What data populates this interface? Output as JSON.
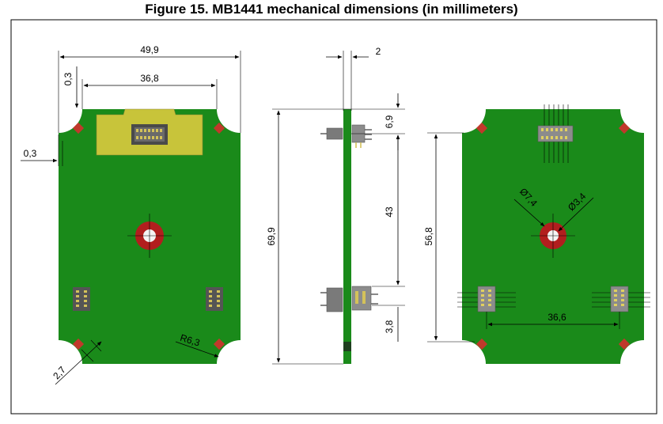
{
  "figure": {
    "title": "Figure 15. MB1441 mechanical dimensions (in millimeters)"
  },
  "colors": {
    "pcb_green": "#1a8a1a",
    "connector_yellow": "#c8c43a",
    "hole_red": "#b21e1e",
    "pad_red": "#c0392b",
    "header_gray": "#8c8c8c"
  },
  "dimensions": {
    "board_width": "49,9",
    "top_inner_width": "36,8",
    "offset_top": "0,3",
    "offset_left": "0,3",
    "corner_cut": "2,7",
    "corner_radius": "R6,3",
    "board_height": "69,9",
    "pcb_thickness": "2",
    "top_connector_offset": "6,9",
    "connector_spacing": "43",
    "bottom_connector_offset": "3,8",
    "bottom_height": "56,8",
    "hole_outer_diameter": "Ø7,4",
    "hole_inner_diameter": "Ø3,4",
    "bottom_connector_spacing": "36,6"
  }
}
